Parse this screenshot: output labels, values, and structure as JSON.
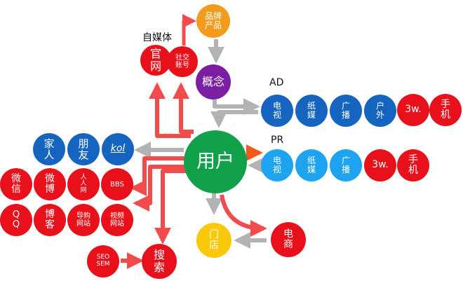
{
  "diagram": {
    "user": "用户",
    "concept": "概念",
    "brand_product": "品牌\n产品",
    "self_media_caption": "自媒体",
    "official_site": "官\n网",
    "social_account": "社交\n账号",
    "ad_caption": "AD",
    "pr_caption": "PR",
    "ad_channels": [
      "电\n视",
      "纸\n媒",
      "广\n播",
      "户\n外",
      "3w.",
      "手\n机"
    ],
    "pr_channels": [
      "电\n视",
      "纸\n媒",
      "广\n播",
      "3w.",
      "手\n机"
    ],
    "social_circle": [
      "家\n人",
      "朋\n友",
      "kol"
    ],
    "community": [
      "微\n信",
      "微\n博",
      "人\n人\n网",
      "BBS",
      "Q\nQ",
      "博\n客",
      "导购\n网站",
      "视频\n网站"
    ],
    "search": "搜\n索",
    "seo_sem": "SEO\nSEM",
    "store": "门\n店",
    "ecommerce": "电\n商"
  },
  "colors": {
    "red": "#e8111b",
    "blue": "#1565c0",
    "sky": "#1ea4ee",
    "purple": "#7b1fa2",
    "orange": "#f29b1d",
    "yellow": "#f9c90a",
    "green": "#10a14a",
    "arrow_red": "#f24b4b",
    "arrow_gray": "#b3b3b3",
    "arrow_orange": "#f05a1e"
  }
}
